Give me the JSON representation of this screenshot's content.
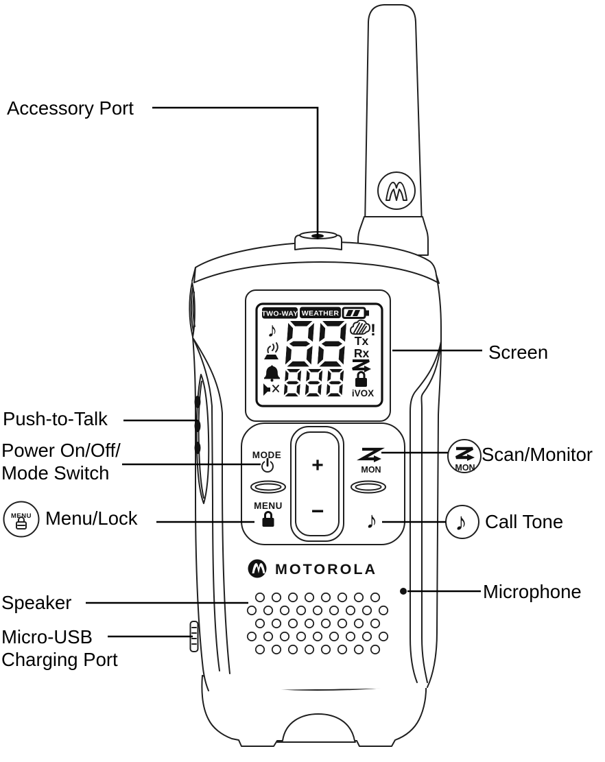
{
  "page": {
    "type": "device-parts-diagram",
    "background": "#ffffff",
    "line_color": "#1a1a1a"
  },
  "callouts": {
    "accessory_port": "Accessory Port",
    "screen": "Screen",
    "push_to_talk": "Push-to-Talk",
    "power_mode": [
      "Power On/Off/",
      "Mode Switch"
    ],
    "menu_lock": "Menu/Lock",
    "scan_monitor": "Scan/Monitor",
    "call_tone": "Call Tone",
    "speaker": "Speaker",
    "microphone": "Microphone",
    "micro_usb": [
      "Micro-USB",
      "Charging Port"
    ]
  },
  "device": {
    "brand": "MOTOROLA",
    "display": {
      "badge_two_way": "TWO-WAY",
      "badge_weather": "WEATHER",
      "main_digits": "88",
      "sub_digits": "888",
      "transmit": "Tx",
      "receive": "Rx",
      "ivox": "iVOX"
    },
    "controls": {
      "mode": "MODE",
      "menu": "MENU",
      "monitor": "MON",
      "volume_up": "+",
      "volume_down": "−"
    },
    "legend": {
      "menu_badge": "MENU",
      "monitor_badge": "MON"
    }
  },
  "icons": {
    "note": "♪",
    "alert_mark": "!",
    "power_icon": "power-symbol",
    "lock_icon": "padlock",
    "scan_icon": "zigzag-arrow",
    "bell_icon": "bell",
    "mute_icon": "speaker-muted",
    "vibrate_icon": "vibrate-alert",
    "battery_icon": "battery-level",
    "emblem": "motorola-batwing"
  }
}
